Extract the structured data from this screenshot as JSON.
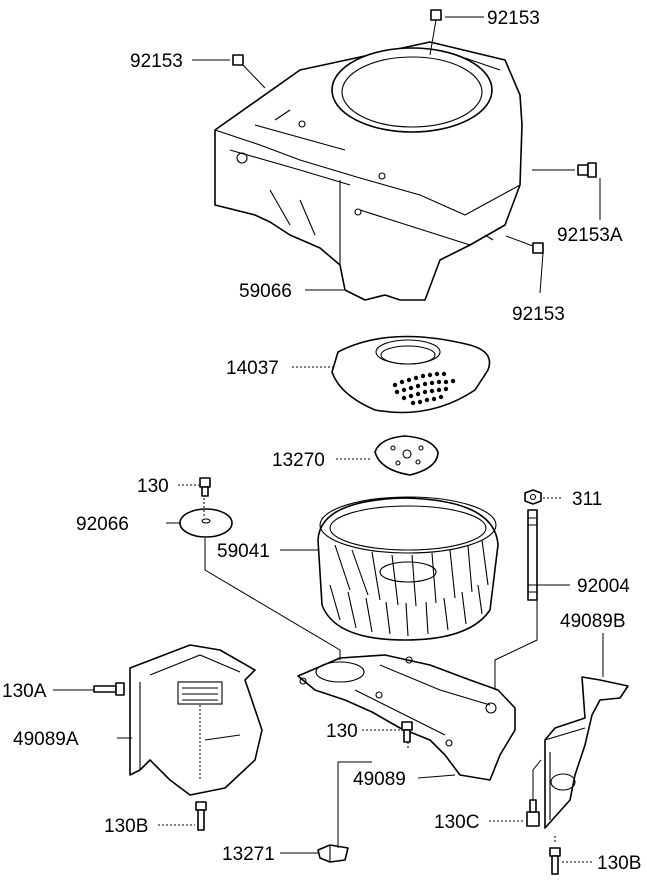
{
  "labels": {
    "p92153_top": "92153",
    "p92153_left": "92153",
    "p92153A": "92153A",
    "p92153_right": "92153",
    "p59066": "59066",
    "p14037": "14037",
    "p13270": "13270",
    "p130_top": "130",
    "p92066": "92066",
    "p59041": "59041",
    "p311": "311",
    "p92004": "92004",
    "p49089B": "49089B",
    "p130A": "130A",
    "p49089A": "49089A",
    "p130_mid": "130",
    "p49089": "49089",
    "p130B_left": "130B",
    "p130C": "130C",
    "p13271": "13271",
    "p130B_right": "130B"
  }
}
